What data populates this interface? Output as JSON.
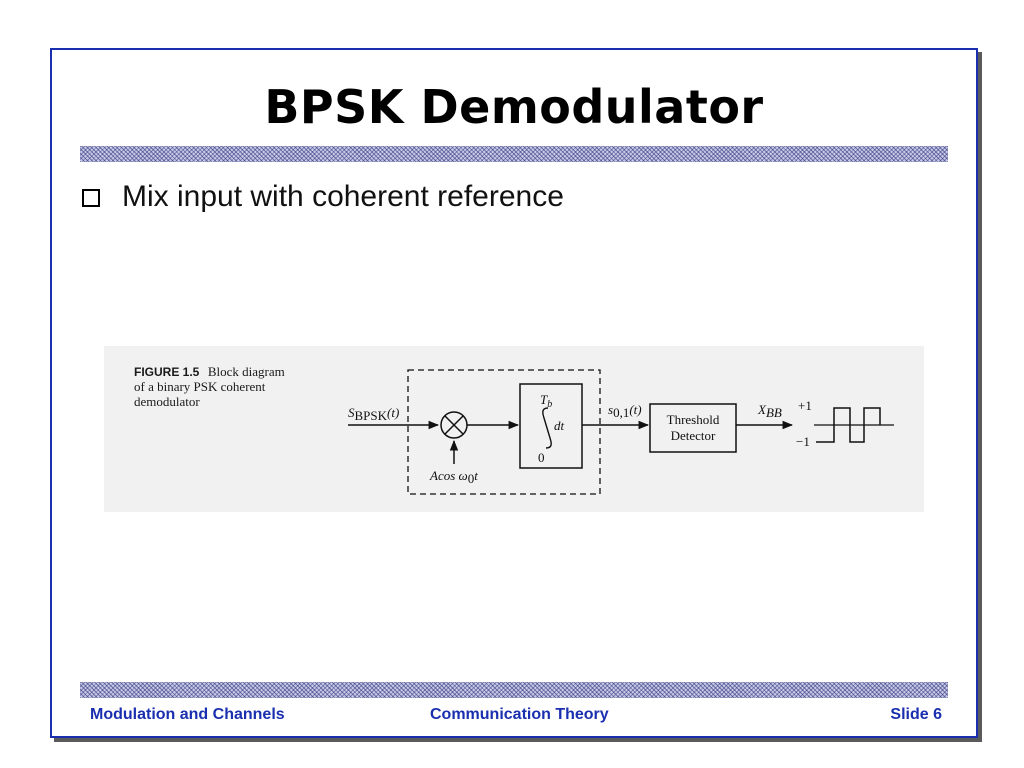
{
  "slide": {
    "title": "BPSK Demodulator",
    "bullet": "Mix input with coherent reference"
  },
  "figure": {
    "caption_label": "FIGURE 1.5",
    "caption_line1": "Block diagram",
    "caption_line2": "of a binary PSK coherent",
    "caption_line3": "demodulator",
    "input_signal": "S",
    "input_subscript": "BPSK",
    "input_arg": "(t)",
    "reference": "Acos ω",
    "reference_sub": "0",
    "reference_t": "t",
    "integral_upper": "T",
    "integral_upper_sub": "b",
    "integral_lower": "0",
    "integral_dt": "dt",
    "integrator_output": "s",
    "integrator_output_sub": "0,1",
    "integrator_output_arg": "(t)",
    "detector_line1": "Threshold",
    "detector_line2": "Detector",
    "output_signal": "X",
    "output_sub": "BB",
    "level_plus": "+1",
    "level_minus": "−1"
  },
  "footer": {
    "left": "Modulation and Channels",
    "center": "Communication Theory",
    "right": "Slide 6"
  },
  "colors": {
    "frame": "#1a2fb0",
    "footer_text": "#1a2fb0"
  }
}
